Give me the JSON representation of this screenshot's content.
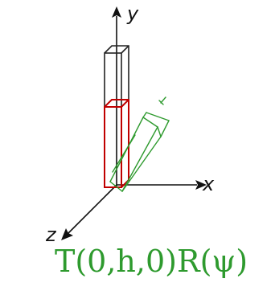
{
  "axes": {
    "x_label": "x",
    "y_label": "y",
    "z_label": "z"
  },
  "colors": {
    "axis": "#111111",
    "original_box": "#222222",
    "scaled_box": "#c00000",
    "transformed_box": "#2e9a2e",
    "annotation": "#2e9a2e"
  },
  "annotation": {
    "formula": "T(0,h,0)R(ψ)"
  }
}
